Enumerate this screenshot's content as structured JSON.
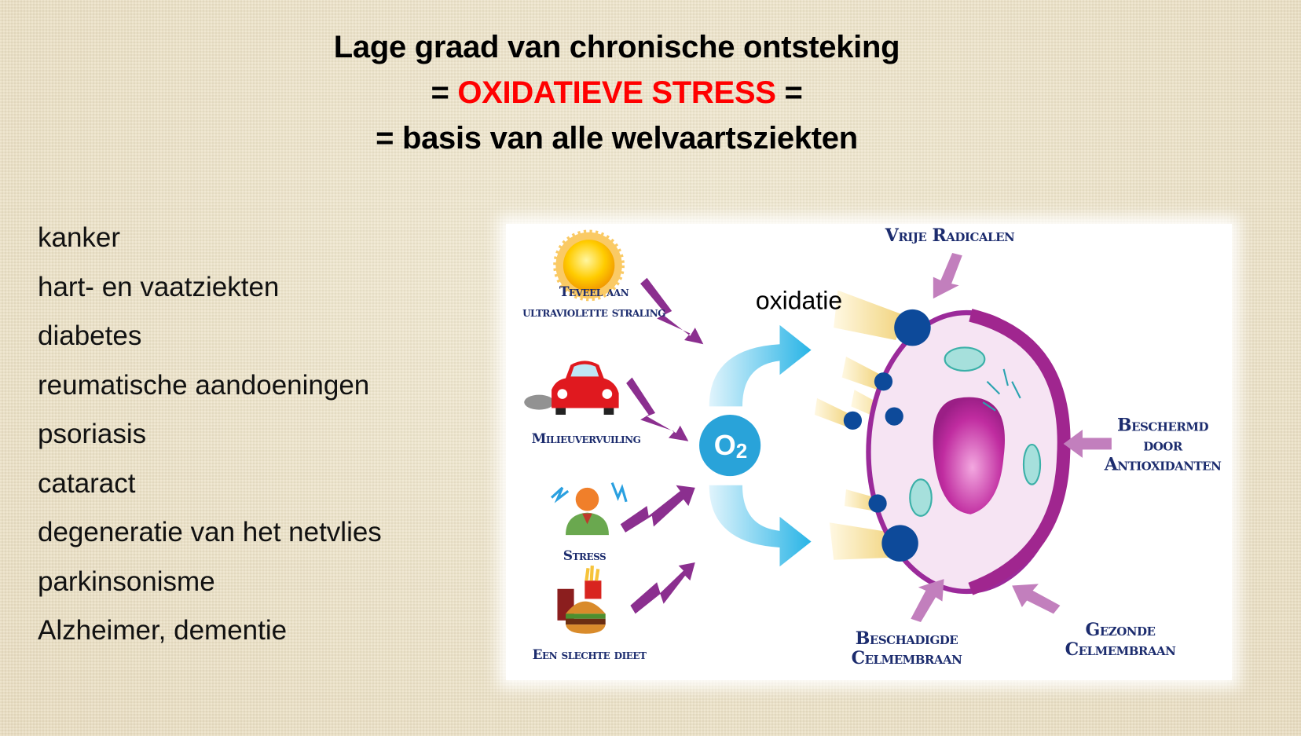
{
  "title": {
    "line1": "Lage graad van chronische ontsteking",
    "line2_prefix": "= ",
    "line2_highlight": "OXIDATIEVE STRESS",
    "line2_suffix": " =",
    "line3": "= basis van alle welvaartsziekten",
    "highlight_color": "#ff0000"
  },
  "diseases": [
    "kanker",
    "hart- en vaatziekten",
    "diabetes",
    "reumatische aandoeningen",
    "psoriasis",
    "cataract",
    "degeneratie van het netvlies",
    "parkinsonisme",
    "Alzheimer, dementie"
  ],
  "diagram": {
    "sources": [
      {
        "label_line1": "Teveel aan",
        "label_line2": "ultraviolette straling",
        "icon": "sun-icon"
      },
      {
        "label_line1": "Milieuvervuiling",
        "icon": "car-icon"
      },
      {
        "label_line1": "Stress",
        "icon": "stressed-person-icon"
      },
      {
        "label_line1": "Een slechte dieet",
        "icon": "fast-food-icon"
      }
    ],
    "o2_main": "O",
    "o2_sub": "2",
    "oxidation_label": "oxidatie",
    "free_radicals": "Vrije Radicalen",
    "protected": {
      "line1": "Beschermd",
      "line2": "door",
      "line3": "Antioxidanten"
    },
    "damaged": {
      "line1": "Beschadigde",
      "line2": "Celmembraan"
    },
    "healthy": {
      "line1": "Gezonde",
      "line2": "Celmembraan"
    },
    "colors": {
      "purple_arrow": "#8b2f8f",
      "pink_arrow": "#c27fbd",
      "o2": "#29a3d9",
      "radical": "#0d4a9a",
      "membrane": "#9b2a9a",
      "label": "#1c2c6e"
    }
  }
}
